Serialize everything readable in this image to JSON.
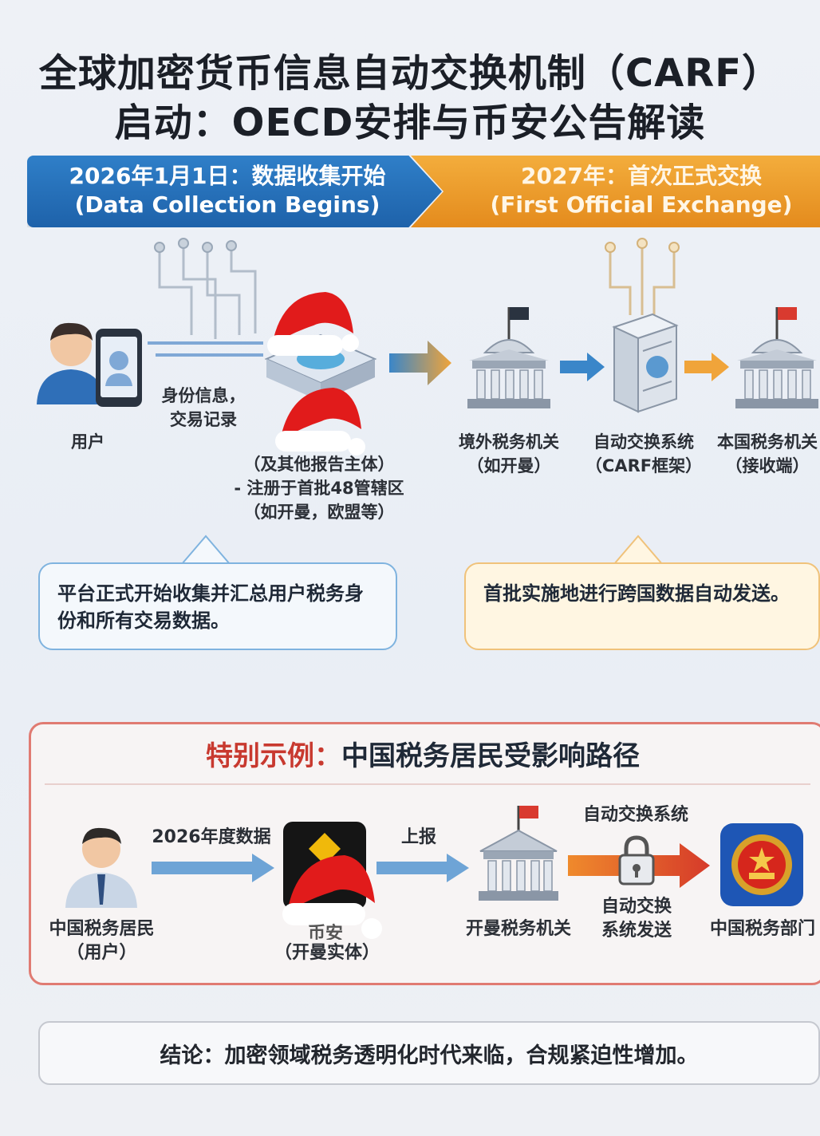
{
  "title": {
    "line1": "全球加密货币信息自动交换机制（CARF）",
    "line2": "启动：OECD安排与币安公告解读"
  },
  "timeline": {
    "phase1": {
      "line1": "2026年1月1日：数据收集开始",
      "line2": "(Data Collection Begins)"
    },
    "phase2": {
      "line1": "2027年：首次正式交换",
      "line2": "(First Official Exchange)"
    }
  },
  "flow": {
    "user_label": "用户",
    "data_label_1": "身份信息，",
    "data_label_2": "交易记录",
    "platform_line1": "（及其他报告主体）",
    "platform_line2": "- 注册于首批48管辖区",
    "platform_line3": "（如开曼，欧盟等）",
    "foreign_tax_1": "境外税务机关",
    "foreign_tax_2": "（如开曼）",
    "carf_1": "自动交换系统",
    "carf_2": "（CARF框架）",
    "home_tax_1": "本国税务机关",
    "home_tax_2": "（接收端）"
  },
  "callouts": {
    "left": "平台正式开始收集并汇总用户税务身份和所有交易数据。",
    "right": "首批实施地进行跨国数据自动发送。"
  },
  "case": {
    "title_red": "特别示例：",
    "title_dark": "中国税务居民受影响路径",
    "resident_1": "中国税务居民",
    "resident_2": "（用户）",
    "data_year": "2026年度数据",
    "exchange_1": "币安",
    "exchange_2": "（开曼实体）",
    "report": "上报",
    "cayman_tax": "开曼税务机关",
    "auto_system": "自动交换系统",
    "auto_send_1": "自动交换",
    "auto_send_2": "系统发送",
    "china_tax": "中国税务部门"
  },
  "conclusion": "结论：加密领域税务透明化时代来临，合规紧迫性增加。",
  "colors": {
    "blue": "#1e62aa",
    "orange": "#e48b1d",
    "case_border": "#e07b72",
    "case_title_red": "#c8392f"
  },
  "icons": [
    "user-icon",
    "phone-icon",
    "server-platform-icon",
    "santa-hat-icon",
    "government-building-icon",
    "carf-server-icon",
    "padlock-icon",
    "china-emblem-icon",
    "binance-logo-icon"
  ]
}
